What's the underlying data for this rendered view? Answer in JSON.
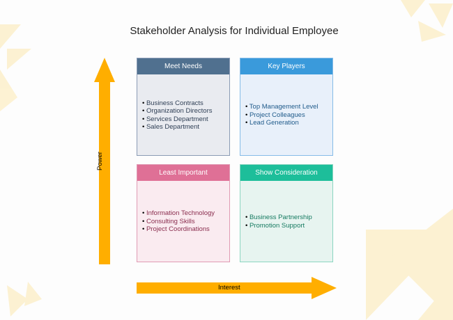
{
  "title": "Stakeholder Analysis for Individual Employee",
  "axes": {
    "y_label": "Power",
    "x_label": "Interest",
    "arrow_color": "#FFAE00"
  },
  "quadrants": [
    {
      "title": "Meet Needs",
      "header_color": "#50708F",
      "body_color": "#E9EBF0",
      "border": "#8A9BB5",
      "text_color": "#2F3F55",
      "items": [
        "Business Contracts",
        "Organization Directors",
        "Services Department",
        "Sales Department"
      ]
    },
    {
      "title": "Key Players",
      "header_color": "#3A9ADB",
      "body_color": "#E8F0FA",
      "border": "#86BCE8",
      "text_color": "#1F5A8A",
      "items": [
        "Top Management Level",
        "Project Colleagues",
        "Lead Generation"
      ]
    },
    {
      "title": "Least Important",
      "header_color": "#DF7096",
      "body_color": "#FAEBF0",
      "border": "#E09AB3",
      "text_color": "#8A2D4E",
      "items": [
        "Information Technology",
        "Consulting Skills",
        "Project Coordinations"
      ]
    },
    {
      "title": "Show Consideration",
      "header_color": "#1DBE9A",
      "body_color": "#E7F4F0",
      "border": "#8CD6C1",
      "text_color": "#157A60",
      "items": [
        "Business Partnership",
        "Promotion Support"
      ]
    }
  ]
}
